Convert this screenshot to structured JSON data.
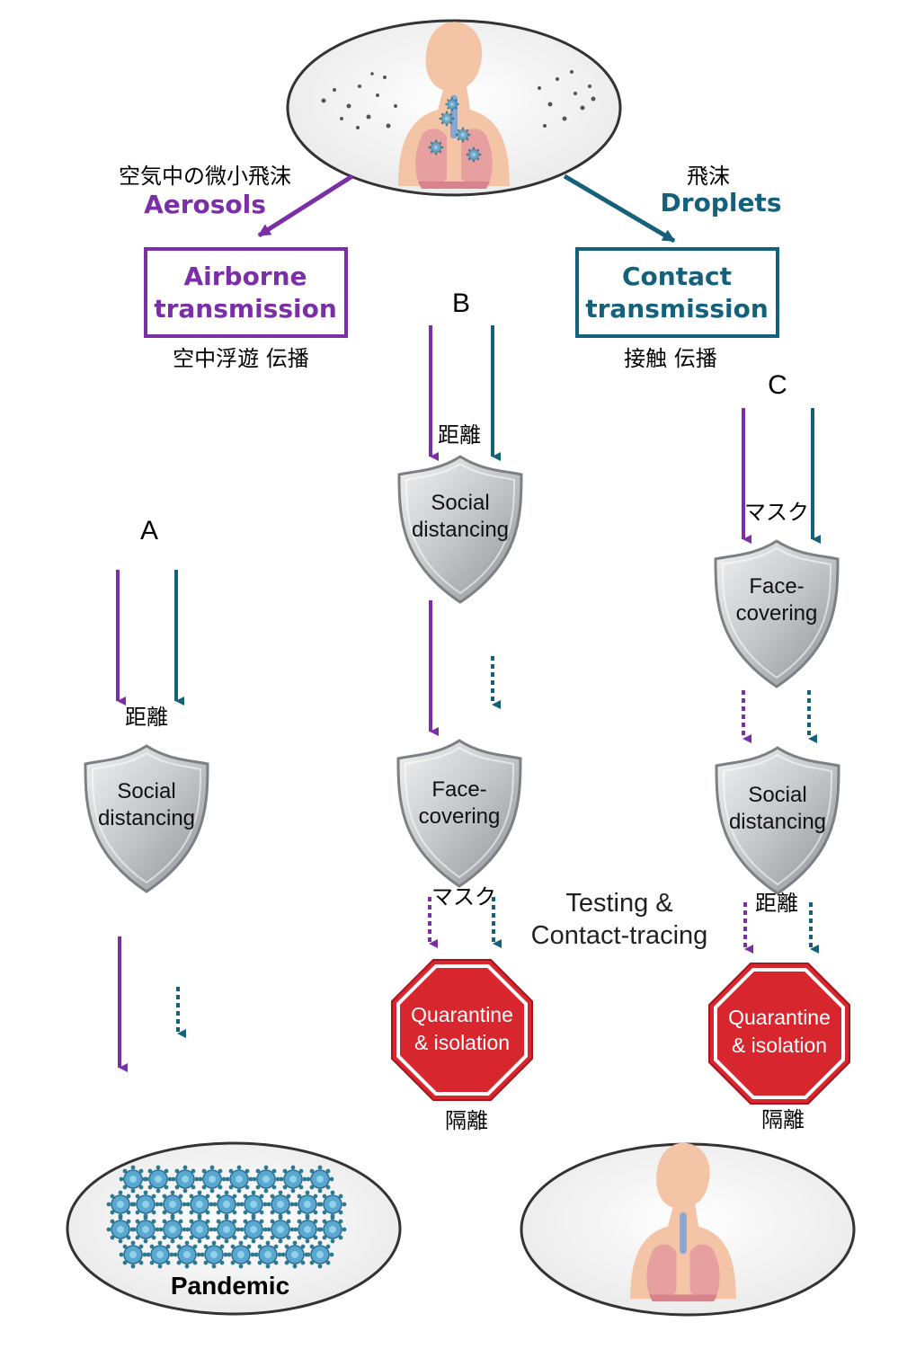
{
  "colors": {
    "airborne": "#7b2fa6",
    "contact": "#15607a",
    "stop_sign": "#d7262e",
    "shield": "#b9bcc0"
  },
  "top": {
    "aerosols_ja": "空気中の微小飛沫",
    "aerosols_en": "Aerosols",
    "droplets_ja": "飛沫",
    "droplets_en": "Droplets"
  },
  "boxes": {
    "airborne": {
      "line1": "Airborne",
      "line2": "transmission",
      "ja": "空中浮遊 伝播"
    },
    "contact": {
      "line1": "Contact",
      "line2": "transmission",
      "ja": "接触 伝播"
    }
  },
  "paths": {
    "a": {
      "letter": "A",
      "shield1": {
        "ja": "距離",
        "line1": "Social",
        "line2": "distancing"
      },
      "outcome": "Pandemic"
    },
    "b": {
      "letter": "B",
      "shield1": {
        "ja": "距離",
        "line1": "Social",
        "line2": "distancing"
      },
      "shield2": {
        "ja": "マスク",
        "line1": "Face-",
        "line2": "covering"
      },
      "stop": {
        "line1": "Quarantine",
        "line2": "& isolation",
        "ja": "隔離"
      }
    },
    "c": {
      "letter": "C",
      "shield1": {
        "ja": "マスク",
        "line1": "Face-",
        "line2": "covering"
      },
      "shield2": {
        "ja": "距離",
        "line1": "Social",
        "line2": "distancing"
      },
      "stop": {
        "line1": "Quarantine",
        "line2": "& isolation",
        "ja": "隔離"
      }
    }
  },
  "testing": {
    "line1": "Testing &",
    "line2": "Contact-tracing"
  },
  "icons": {
    "person": "person-lungs-icon",
    "virus": "virus-icon",
    "shield": "shield-icon",
    "stop": "stop-sign-icon"
  }
}
